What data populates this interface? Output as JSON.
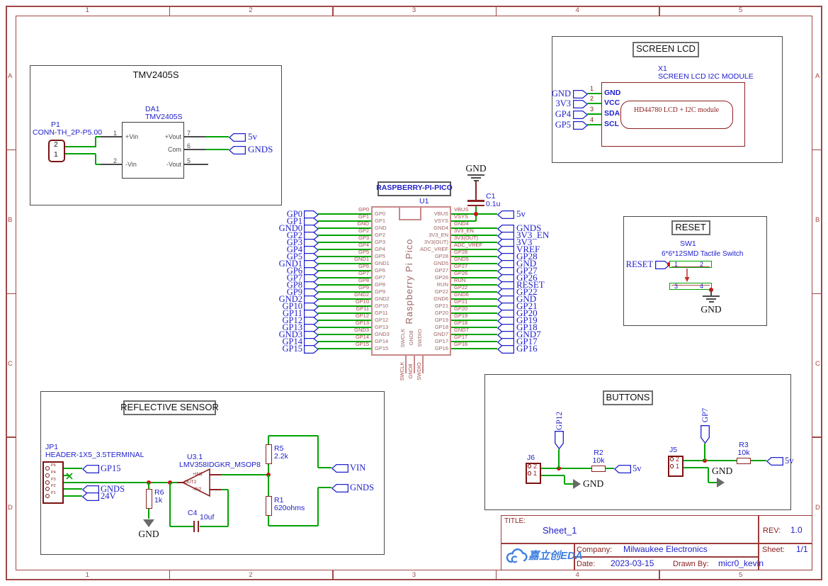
{
  "frame": {
    "cols": [
      "1",
      "2",
      "3",
      "4",
      "5"
    ],
    "rows": [
      "A",
      "B",
      "C",
      "D"
    ]
  },
  "colors": {
    "wire": "#00a302",
    "flag": "#2121cc",
    "component": "#8c2121",
    "connector": "#7c1212",
    "pico_outline": "#c98888",
    "pin_text": "#9c6464",
    "net_label": "#a64848",
    "frame": "#a04848",
    "junction": "#cc1111",
    "logo_blue": "#3e7fe0"
  },
  "tmv": {
    "title": "TMV2405S",
    "p1_ref": "P1",
    "p1_part": "CONN-TH_2P-P5.00",
    "p1_pins": [
      "2",
      "1"
    ],
    "da1_ref": "DA1",
    "da1_part": "TMV2405S",
    "pins": {
      "in_p": {
        "num": "1",
        "name": "+Vin"
      },
      "in_n": {
        "num": "2",
        "name": "-Vin"
      },
      "out_p": {
        "num": "7",
        "name": "+Vout"
      },
      "com": {
        "num": "6",
        "name": "Com"
      },
      "out_n": {
        "num": "5",
        "name": "-Vout"
      }
    },
    "flag_5v": "5v",
    "flag_gnds": "GNDS"
  },
  "lcd": {
    "title": "SCREEN LCD",
    "ref": "X1",
    "part": "SCREEN LCD I2C MODULE",
    "module_text": "HD44780 LCD + I2C module",
    "pins": [
      {
        "num": "1",
        "name": "GND",
        "flag": "GND"
      },
      {
        "num": "2",
        "name": "VCC",
        "flag": "3V3"
      },
      {
        "num": "3",
        "name": "SDA",
        "flag": "GP4"
      },
      {
        "num": "4",
        "name": "SCL",
        "flag": "GP5"
      }
    ]
  },
  "pico": {
    "frame_label": "RASPBERRY-PI-PICO",
    "ref": "U1",
    "body": "Raspberry Pi Pico",
    "c1_ref": "C1",
    "c1_val": "0.1u",
    "gnd": "GND",
    "left": [
      {
        "flag": "GP0",
        "net": "GP0",
        "pin": "GP0"
      },
      {
        "flag": "GP1",
        "net": "GP1",
        "pin": "GP1"
      },
      {
        "flag": "GND0",
        "net": "GND",
        "pin": "GND"
      },
      {
        "flag": "GP2",
        "net": "GP2",
        "pin": "GP2"
      },
      {
        "flag": "GP3",
        "net": "GP3",
        "pin": "GP3"
      },
      {
        "flag": "GP4",
        "net": "GP4",
        "pin": "GP4"
      },
      {
        "flag": "GP5",
        "net": "GP5",
        "pin": "GP5"
      },
      {
        "flag": "GND1",
        "net": "GND1",
        "pin": "GND1"
      },
      {
        "flag": "GP6",
        "net": "GP6",
        "pin": "GP6"
      },
      {
        "flag": "GP7",
        "net": "GP7",
        "pin": "GP7"
      },
      {
        "flag": "GP8",
        "net": "GP8",
        "pin": "GP8"
      },
      {
        "flag": "GP9",
        "net": "GP9",
        "pin": "GP9"
      },
      {
        "flag": "GND2",
        "net": "GND2",
        "pin": "GND2"
      },
      {
        "flag": "GP10",
        "net": "GP10",
        "pin": "GP10"
      },
      {
        "flag": "GP11",
        "net": "GP11",
        "pin": "GP11"
      },
      {
        "flag": "GP12",
        "net": "GP12",
        "pin": "GP12"
      },
      {
        "flag": "GP13",
        "net": "GP13",
        "pin": "GP13"
      },
      {
        "flag": "GND3",
        "net": "GND3",
        "pin": "GND3"
      },
      {
        "flag": "GP14",
        "net": "GP14",
        "pin": "GP14"
      },
      {
        "flag": "GP15",
        "net": "GP15",
        "pin": "GP15"
      }
    ],
    "right": [
      {
        "pin": "VBUS",
        "net": "VBUS",
        "flag": "5v"
      },
      {
        "pin": "VSYS",
        "net": "VSYS",
        "flag": ""
      },
      {
        "pin": "GND4",
        "net": "GND4",
        "flag": "GNDS"
      },
      {
        "pin": "3V3_EN",
        "net": "3V3_EN",
        "flag": "3V3_EN"
      },
      {
        "pin": "3V3(OUT)",
        "net": "3V3(OUT)",
        "flag": "3V3"
      },
      {
        "pin": "ADC_VREF",
        "net": "ADC_VREF",
        "flag": "VREF"
      },
      {
        "pin": "GP28",
        "net": "GP28",
        "flag": "GP28"
      },
      {
        "pin": "GND5",
        "net": "GND5",
        "flag": "GND"
      },
      {
        "pin": "GP27",
        "net": "GP27",
        "flag": "GP27"
      },
      {
        "pin": "GP26",
        "net": "GP26",
        "flag": "GP26"
      },
      {
        "pin": "RUN",
        "net": "RUN",
        "flag": "RESET"
      },
      {
        "pin": "GP22",
        "net": "GP22",
        "flag": "GP22"
      },
      {
        "pin": "GND6",
        "net": "GND6",
        "flag": "GND"
      },
      {
        "pin": "GP21",
        "net": "GP21",
        "flag": "GP21"
      },
      {
        "pin": "GP20",
        "net": "GP20",
        "flag": "GP20"
      },
      {
        "pin": "GP19",
        "net": "GP19",
        "flag": "GP19"
      },
      {
        "pin": "GP18",
        "net": "GP18",
        "flag": "GP18"
      },
      {
        "pin": "GND7",
        "net": "GND7",
        "flag": "GND7"
      },
      {
        "pin": "GP17",
        "net": "GP17",
        "flag": "GP17"
      },
      {
        "pin": "GP16",
        "net": "GP16",
        "flag": "GP16"
      }
    ],
    "bottom": {
      "pins": [
        "SWCLK",
        "GND8",
        "SWDIO"
      ],
      "nets": [
        "SWCLK",
        "GND8",
        "SWDIO"
      ]
    }
  },
  "reset": {
    "title": "RESET",
    "ref": "SW1",
    "part": "6*6*12SMD Tactile Switch",
    "flag": "RESET",
    "pins": [
      "1",
      "2",
      "3",
      "4"
    ],
    "gnd": "GND"
  },
  "sensor": {
    "title": "REFLECTIVE SENSOR",
    "jp1_ref": "JP1",
    "jp1_part": "HEADER-1X5_3.5TERMINAL",
    "jp1_pins": [
      "P5",
      "P4",
      "P3",
      "P2",
      "P1"
    ],
    "flag_gp15": "GP15",
    "flag_gnds": "GNDS",
    "flag_24v": "24V",
    "flag_vin": "VIN",
    "flag_gnds2": "GNDS",
    "r6_ref": "R6",
    "r6_val": "1k",
    "r5_ref": "R5",
    "r5_val": "2.2k",
    "r1_ref": "R1",
    "r1_val": "620ohms",
    "c4_ref": "C4",
    "c4_val": "10uf",
    "u3_ref": "U3.1",
    "u3_part": "LMV358IDGKR_MSOP8",
    "pin_inp": "+IN2",
    "pin_out": "OUT2",
    "pin_inn": "-IN2",
    "gnd": "GND"
  },
  "buttons": {
    "title": "BUTTONS",
    "j6_ref": "J6",
    "j5_ref": "J5",
    "j_pins": [
      "2",
      "1"
    ],
    "flag_gp12": "GP12",
    "flag_gp7": "GP7",
    "r2_ref": "R2",
    "r2_val": "10k",
    "r3_ref": "R3",
    "r3_val": "10k",
    "flag_5v": "5v",
    "gnd": "GND"
  },
  "titleblock": {
    "title_label": "TITLE:",
    "title": "Sheet_1",
    "rev_label": "REV:",
    "rev": "1.0",
    "company_label": "Company:",
    "company": "Milwaukee Electronics",
    "sheet_label": "Sheet:",
    "sheet": "1/1",
    "date_label": "Date:",
    "date": "2023-03-15",
    "drawn_label": "Drawn By:",
    "drawn": "micr0_kevin",
    "logo": "嘉立创EDA"
  }
}
